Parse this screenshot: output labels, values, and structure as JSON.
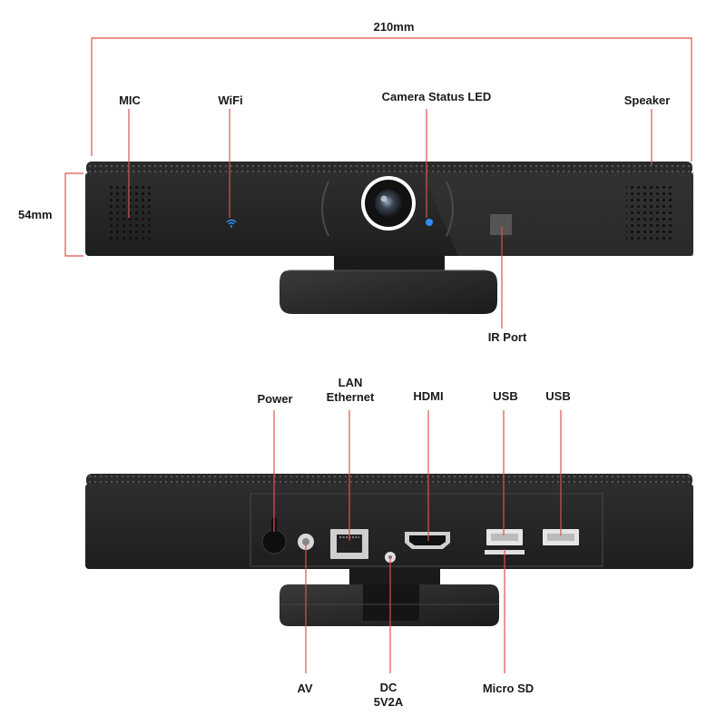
{
  "dimensions": {
    "width_label": "210mm",
    "height_label": "54mm"
  },
  "front_view": {
    "labels": {
      "mic": "MIC",
      "wifi": "WiFi",
      "camera_status_led": "Camera  Status  LED",
      "speaker": "Speaker",
      "ir_port": "IR Port"
    }
  },
  "rear_view": {
    "labels": {
      "power": "Power",
      "lan": "LAN\nEthernet",
      "hdmi": "HDMI",
      "usb_1": "USB",
      "usb_2": "USB",
      "av": "AV",
      "dc": "DC\n5V2A",
      "micro_sd": "Micro SD"
    }
  },
  "colors": {
    "callout_line": "#d9534f",
    "device_body": "#2b2b2b",
    "device_grille": "#3a3a3a",
    "wifi_led": "#2f8fff",
    "camera_ring": "#ffffff"
  }
}
